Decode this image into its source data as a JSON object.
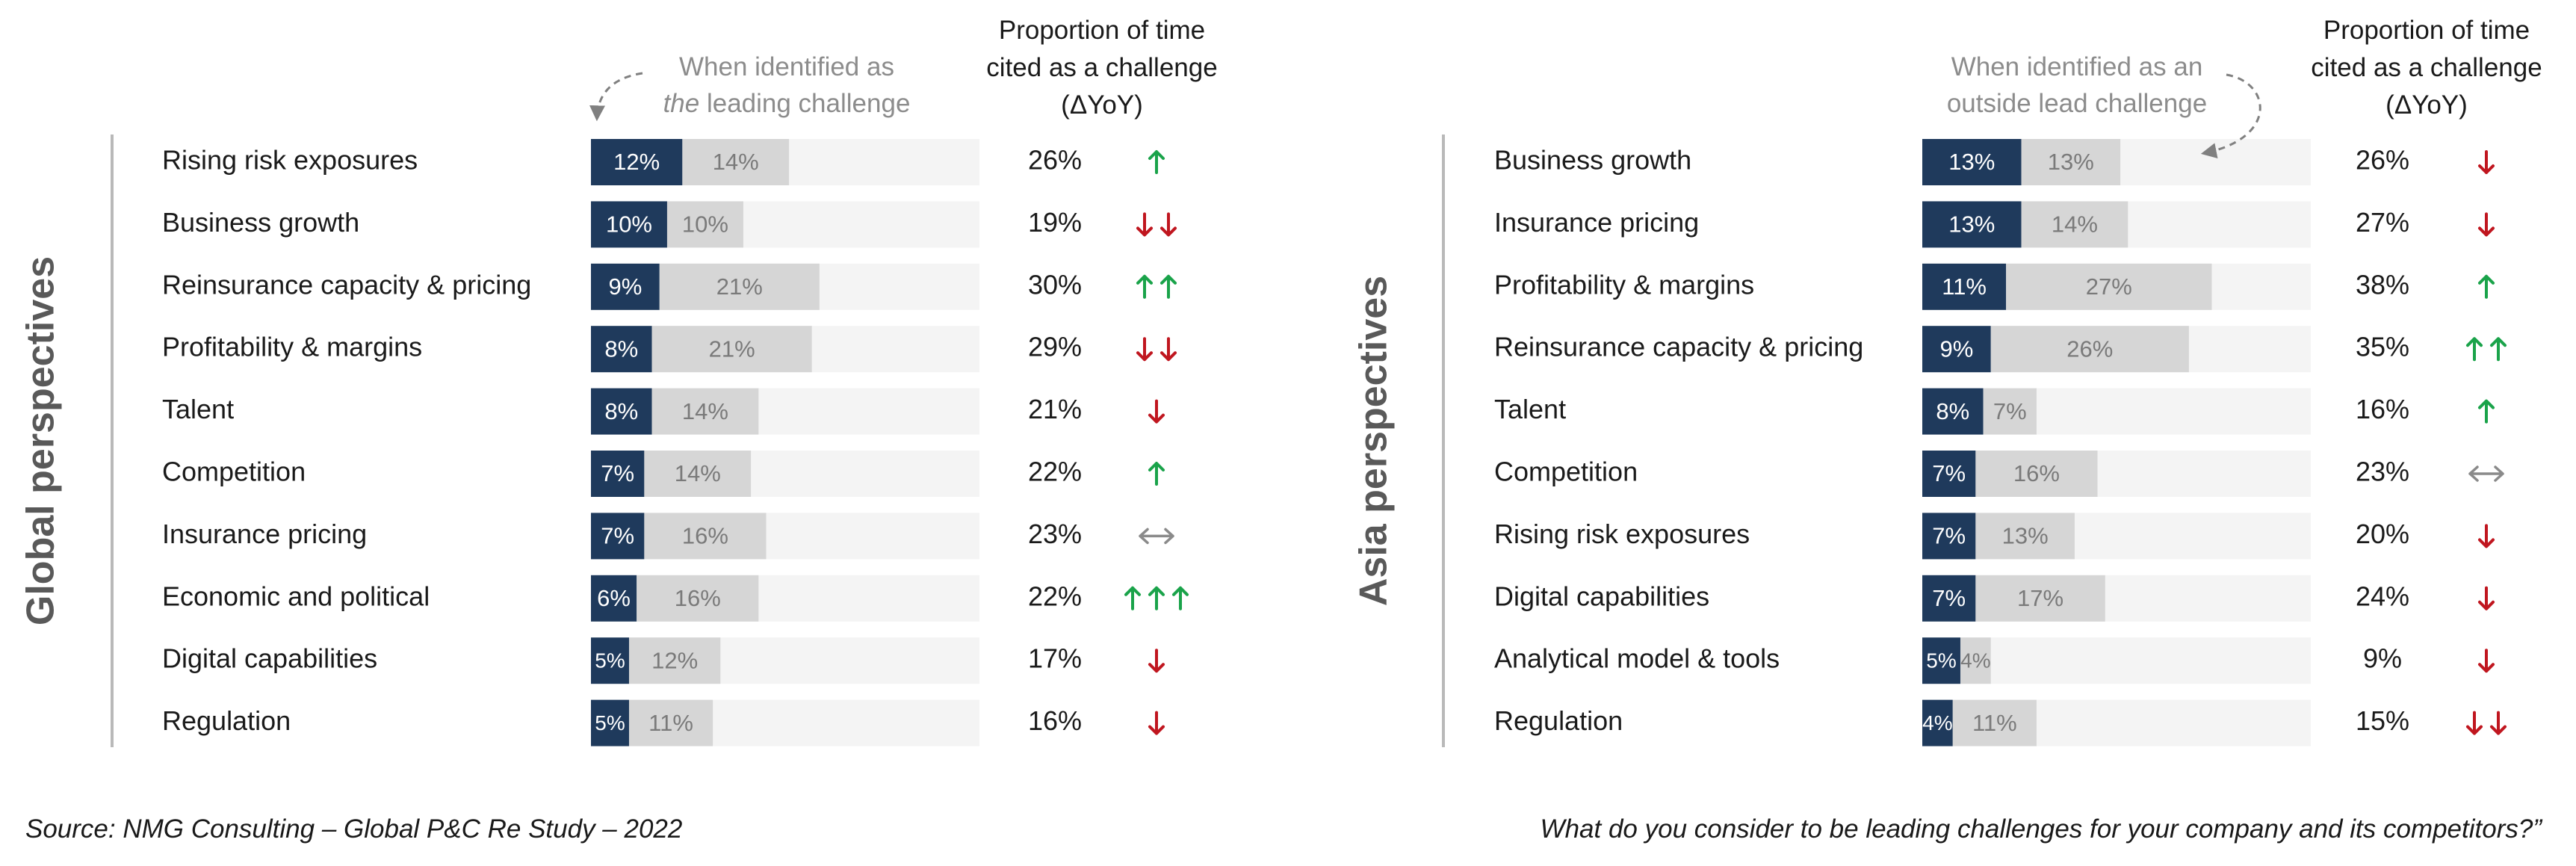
{
  "footer": {
    "source": "Source: NMG Consulting – Global P&C Re Study – 2022",
    "question": "What do you consider to be leading challenges for your company and its competitors?”"
  },
  "colors": {
    "leading_bar": "#1f3a5c",
    "outside_bar": "#d6d6d6",
    "track": "#f4f4f4",
    "arrow_up": "#1aa34a",
    "arrow_down": "#c0161f",
    "arrow_neutral": "#8a8a8a",
    "divider": "#b9b9b9",
    "annotation_text": "#8c8c8c"
  },
  "chart_data": [
    {
      "type": "bar",
      "side_title": "Global perspectives",
      "annotation": {
        "line1": "When identified as",
        "line2_italic": "the",
        "line2_rest": " leading challenge"
      },
      "column_header": [
        "Proportion of time",
        "cited as a challenge",
        "(ΔYoY)"
      ],
      "xlim": [
        0,
        51
      ],
      "series": [
        {
          "name": "leading",
          "values": [
            12,
            10,
            9,
            8,
            8,
            7,
            7,
            6,
            5,
            5
          ]
        },
        {
          "name": "outside lead",
          "values": [
            14,
            10,
            21,
            21,
            14,
            14,
            16,
            16,
            12,
            11
          ]
        }
      ],
      "categories": [
        "Rising risk exposures",
        "Business growth",
        "Reinsurance capacity & pricing",
        "Profitability & margins",
        "Talent",
        "Competition",
        "Insurance pricing",
        "Economic and political",
        "Digital capabilities",
        "Regulation"
      ],
      "proportion": [
        "26%",
        "19%",
        "30%",
        "29%",
        "21%",
        "22%",
        "23%",
        "22%",
        "17%",
        "16%"
      ],
      "trend": [
        "up",
        "down2",
        "up2",
        "down2",
        "down",
        "up",
        "neutral",
        "up3",
        "down",
        "down"
      ]
    },
    {
      "type": "bar",
      "side_title": "Asia perspectives",
      "annotation": {
        "line1": "When identified as an",
        "line2": "outside lead challenge"
      },
      "column_header": [
        "Proportion of time",
        "cited as a challenge",
        "(ΔYoY)"
      ],
      "xlim": [
        0,
        51
      ],
      "series": [
        {
          "name": "leading",
          "values": [
            13,
            13,
            11,
            9,
            8,
            7,
            7,
            7,
            5,
            4
          ]
        },
        {
          "name": "outside lead",
          "values": [
            13,
            14,
            27,
            26,
            7,
            16,
            13,
            17,
            4,
            11
          ]
        }
      ],
      "categories": [
        "Business growth",
        "Insurance pricing",
        "Profitability & margins",
        "Reinsurance capacity & pricing",
        "Talent",
        "Competition",
        "Rising risk exposures",
        "Digital capabilities",
        "Analytical model & tools",
        "Regulation"
      ],
      "proportion": [
        "26%",
        "27%",
        "38%",
        "35%",
        "16%",
        "23%",
        "20%",
        "24%",
        "9%",
        "15%"
      ],
      "trend": [
        "down",
        "down",
        "up",
        "up2",
        "up",
        "neutral",
        "down",
        "down",
        "down",
        "down2"
      ]
    }
  ]
}
